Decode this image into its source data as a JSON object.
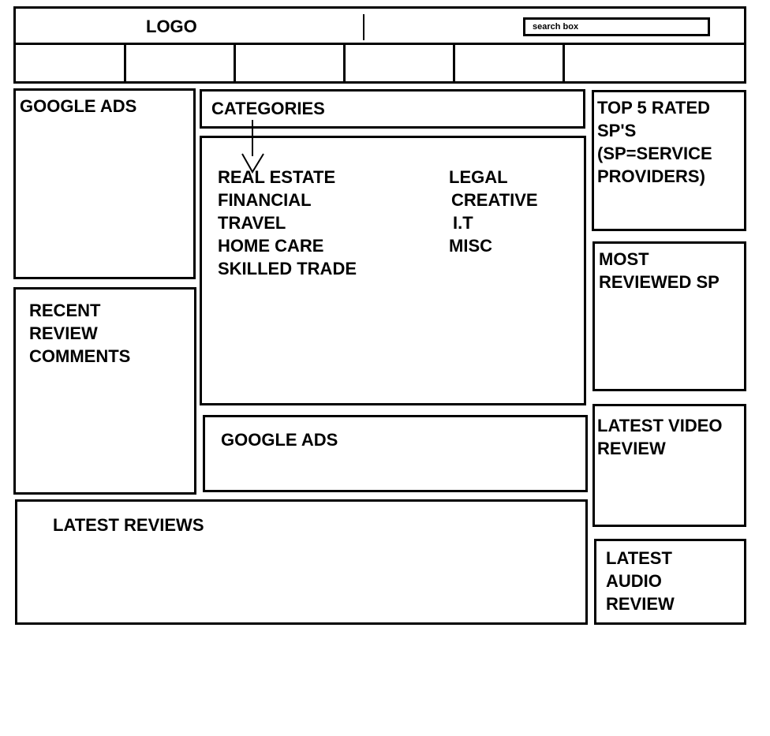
{
  "header": {
    "logo": "LOGO",
    "search_placeholder": "search box"
  },
  "nav": {
    "items": [
      "",
      "",
      "",
      "",
      "",
      ""
    ]
  },
  "left": {
    "ads_title": "GOOGLE ADS",
    "recent_comments_title": "RECENT\nREVIEW\nCOMMENTS"
  },
  "categories": {
    "title": "CATEGORIES",
    "column1": [
      "REAL ESTATE",
      "FINANCIAL",
      "TRAVEL",
      "HOME CARE",
      "SKILLED TRADE"
    ],
    "column2": [
      "LEGAL",
      "CREATIVE",
      "I.T",
      "MISC"
    ]
  },
  "middle": {
    "ads_title": "GOOGLE ADS",
    "latest_reviews_title": "LATEST REVIEWS"
  },
  "right": {
    "top_rated_title": "TOP 5 RATED\nSP'S\n(SP=SERVICE\nPROVIDERS)",
    "most_reviewed_title": "MOST\nREVIEWED SP",
    "latest_video_title": "LATEST VIDEO\nREVIEW",
    "latest_audio_title": "LATEST\nAUDIO\nREVIEW"
  }
}
